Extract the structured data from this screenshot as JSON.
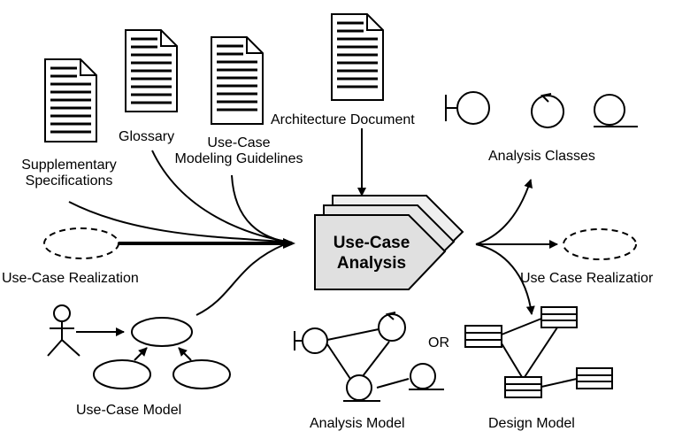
{
  "inputs": {
    "supplementary": [
      "Supplementary",
      "Specifications"
    ],
    "glossary": "Glossary",
    "guidelines": [
      "Use-Case",
      "Modeling Guidelines"
    ],
    "architecture": "Architecture Document",
    "realization_in": "Use-Case Realization",
    "use_case_model": "Use-Case Model"
  },
  "process": {
    "line1": "Use-Case",
    "line2": "Analysis"
  },
  "outputs": {
    "analysis_classes": "Analysis Classes",
    "realization_out": "Use Case Realizatior",
    "analysis_model": "Analysis Model",
    "or": "OR",
    "design_model": "Design Model"
  },
  "colors": {
    "ink": "#000000",
    "process_fill": "#e0e0e0",
    "paper": "#ffffff"
  }
}
